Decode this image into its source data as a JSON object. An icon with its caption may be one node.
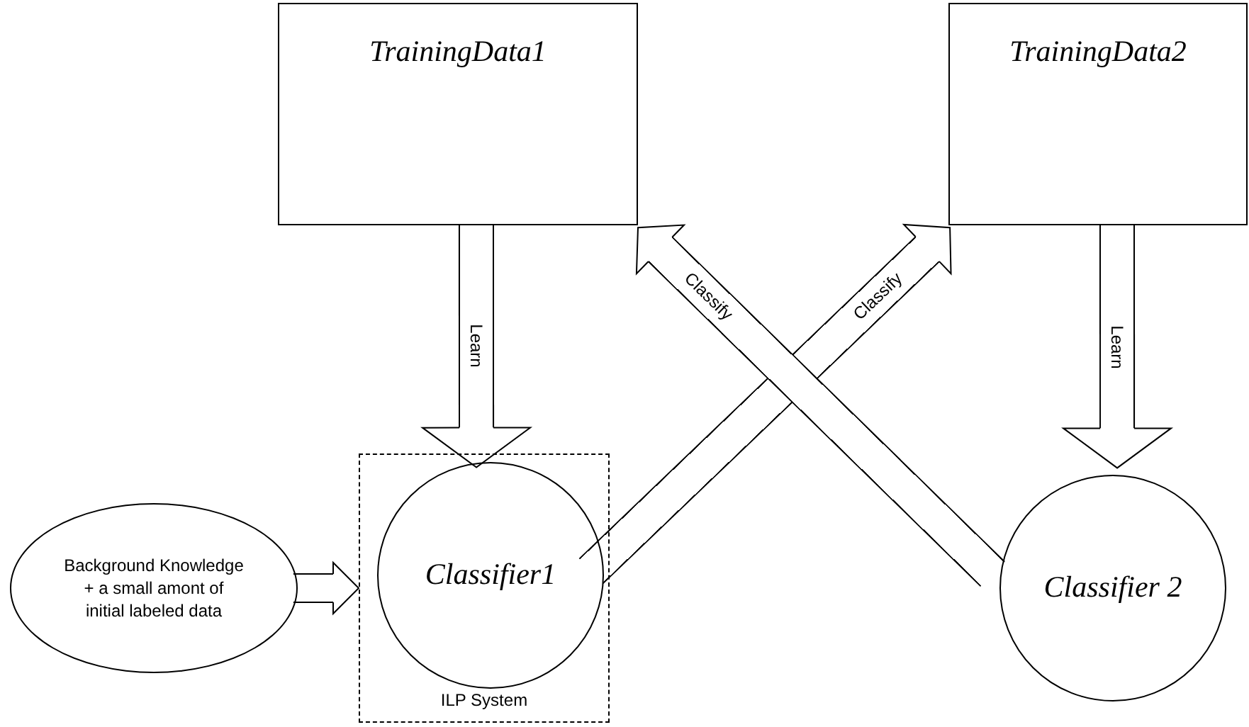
{
  "diagram": {
    "nodes": [
      {
        "text": [
          "TrainingData1"
        ]
      },
      {
        "text": [
          "TrainingData2"
        ]
      },
      {
        "text": [
          "ILP System"
        ]
      },
      {
        "text": [
          "Classifier1"
        ],
        "in": 2
      },
      {
        "text": [
          "Classifier 2"
        ]
      },
      {
        "text": [
          "Background Knowledge + a small amont of initial labeled data"
        ]
      }
    ],
    "edges": [
      {
        "from": 0,
        "to": 3,
        "arrow": "to",
        "label": "Learn"
      },
      {
        "from": 1,
        "to": 4,
        "arrow": "to",
        "label": "Learn"
      },
      {
        "from": 3,
        "to": 1,
        "arrow": "to",
        "label": "Classify"
      },
      {
        "from": 4,
        "to": 0,
        "arrow": "to",
        "label": "Classify"
      },
      {
        "from": 5,
        "to": 2,
        "arrow": "to"
      }
    ]
  }
}
